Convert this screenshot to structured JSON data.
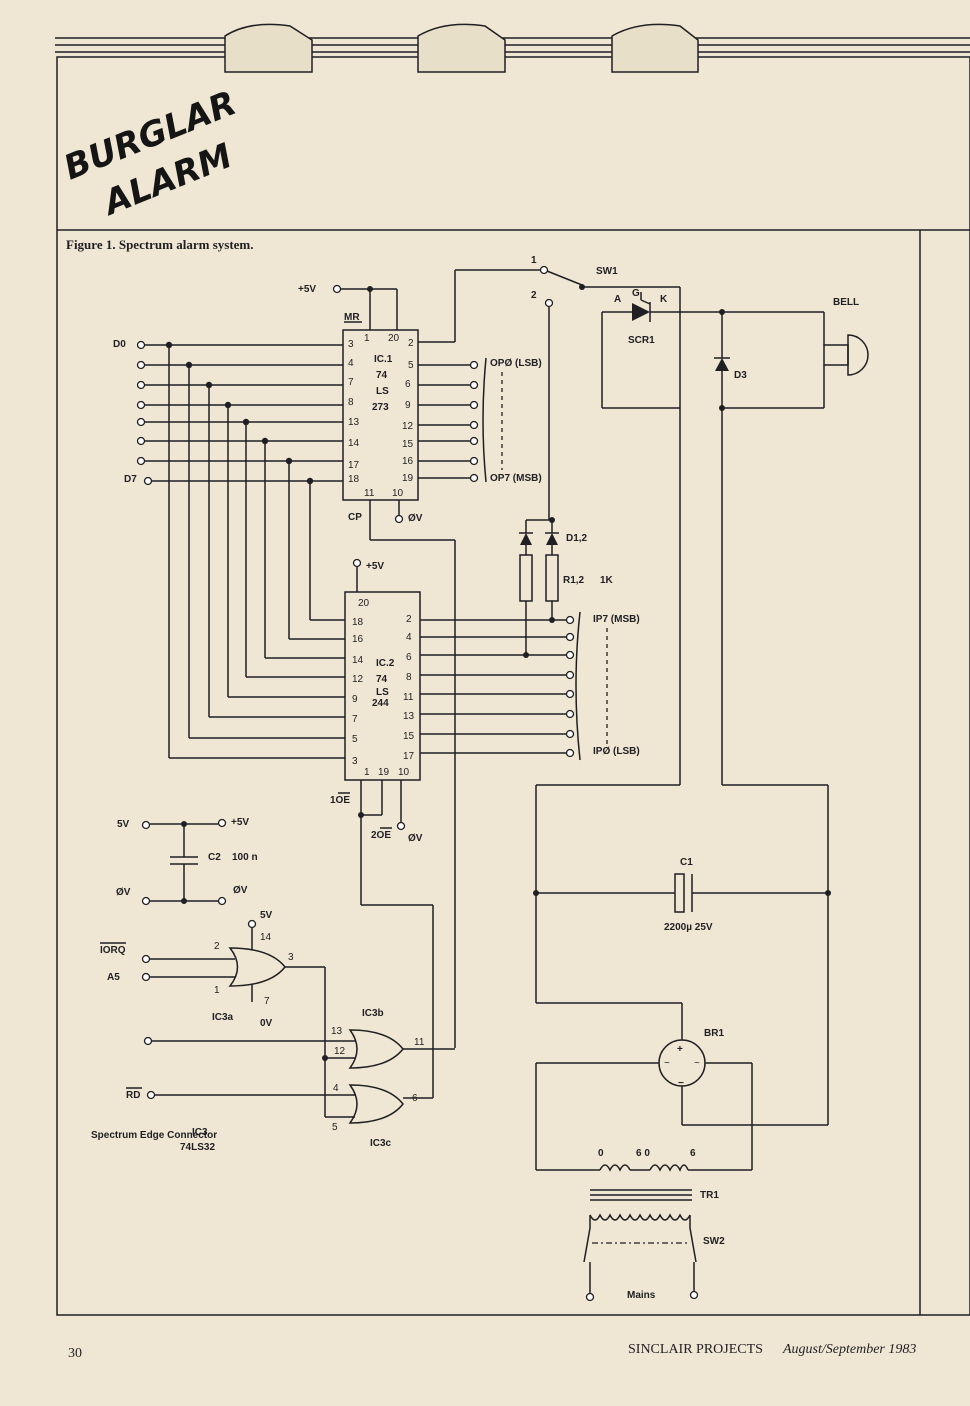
{
  "title": {
    "line1": "BURGLAR",
    "line2": "ALARM"
  },
  "figure_caption": "Figure 1. Spectrum alarm system.",
  "footer": {
    "page_number": "30",
    "magazine": "SINCLAIR PROJECTS",
    "issue": "August/September 1983"
  },
  "power": {
    "plus5v": "+5V",
    "five_v_in": "5V",
    "plus5v_out": "+5V",
    "zero_v_in": "ØV",
    "zero_v_out": "ØV",
    "ic3_5v": "5V",
    "ic3_0v": "0V"
  },
  "ic1": {
    "line1": "IC.1",
    "line2": "74",
    "line3": "LS",
    "line4": "273",
    "mr": "MR",
    "cp": "CP",
    "gnd": "ØV",
    "pins_top": [
      "1",
      "20"
    ],
    "pins_left": [
      "3",
      "4",
      "7",
      "8",
      "13",
      "14",
      "17",
      "18"
    ],
    "pins_right": [
      "2",
      "5",
      "6",
      "9",
      "12",
      "15",
      "16",
      "19"
    ],
    "pins_bottom": [
      "11",
      "10"
    ]
  },
  "ic2": {
    "line1": "IC.2",
    "line2": "74",
    "line3": "LS",
    "line4": "244",
    "plus5v": "+5V",
    "oe1": "1OE",
    "oe2": "2OE",
    "gnd": "ØV",
    "pin_top": "20",
    "pins_left": [
      "18",
      "16",
      "14",
      "12",
      "9",
      "7",
      "5",
      "3"
    ],
    "pins_right": [
      "2",
      "4",
      "6",
      "8",
      "11",
      "13",
      "15",
      "17"
    ],
    "pins_bottom": [
      "1",
      "19",
      "10"
    ]
  },
  "inputs": {
    "d0": "D0",
    "d7": "D7"
  },
  "outputs": {
    "op0": "OPØ (LSB)",
    "op7": "OP7 (MSB)",
    "ip7": "IP7 (MSB)",
    "ip0": "IPØ (LSB)"
  },
  "components": {
    "sw1": "SW1",
    "sw1_pos1": "1",
    "sw1_pos2": "2",
    "scr1": "SCR1",
    "scr_a": "A",
    "scr_g": "G",
    "scr_k": "K",
    "bell": "BELL",
    "d3": "D3",
    "d12": "D1,2",
    "r12": "R1,2",
    "r12_val": "1K",
    "c2": "C2",
    "c2_val": "100 n",
    "c1": "C1",
    "c1_val": "2200µ 25V",
    "br1": "BR1",
    "tr1": "TR1",
    "tr_taps": [
      "0",
      "6 0",
      "6"
    ],
    "sw2": "SW2",
    "mains": "Mains"
  },
  "ic3": {
    "ic3a": "IC3a",
    "ic3b": "IC3b",
    "ic3c": "IC3c",
    "ic3": "IC3",
    "part": "74LS32",
    "iorq": "IORQ",
    "a5": "A5",
    "rd": "RD",
    "connector": "Spectrum Edge Connector",
    "pins_a": [
      "2",
      "1",
      "14",
      "3",
      "7"
    ],
    "pins_b": [
      "13",
      "12",
      "11"
    ],
    "pins_c": [
      "4",
      "5",
      "6"
    ]
  }
}
